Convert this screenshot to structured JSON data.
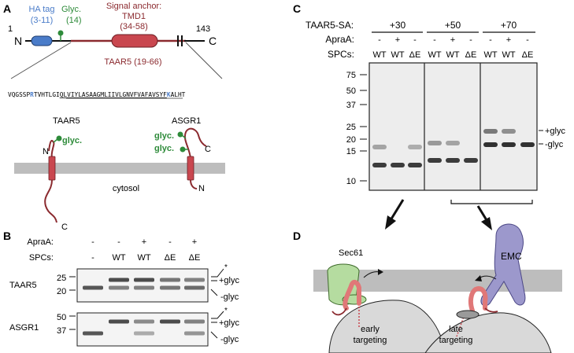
{
  "panels": {
    "A": {
      "label": "A",
      "n_residue": "1",
      "c_residue": "143",
      "n_term": "N",
      "c_term": "C",
      "ha_tag": {
        "name": "HA tag",
        "range": "(3-11)"
      },
      "glyc": {
        "name": "Glyc.",
        "pos": "(14)"
      },
      "signal_anchor": {
        "line1": "Signal anchor:",
        "line2": "TMD1",
        "range": "(34-58)"
      },
      "taar5_fragment": "TAAR5 (19-66)",
      "sequence": {
        "prefix": "VQGSSP",
        "k1": "R",
        "mid": "TVHTLGI",
        "tmd": "QLVIYLASAAGMLIIVLGNVFVAFAVSYF",
        "k2": "K",
        "suffix": "ALHT"
      },
      "topology": {
        "taar5_label": "TAAR5",
        "taar5_glyc": "glyc.",
        "asgr1_label": "ASGR1",
        "asgr1_glyc1": "glyc.",
        "asgr1_glyc2": "glyc.",
        "cytosol": "cytosol",
        "taar5_n": "N",
        "taar5_c": "C",
        "asgr1_n": "N",
        "asgr1_c": "C"
      }
    },
    "B": {
      "label": "B",
      "rows": [
        {
          "name": "ApraA:",
          "values": [
            "-",
            "-",
            "+",
            "-",
            "+"
          ]
        },
        {
          "name": "SPCs:",
          "values": [
            "-",
            "WT",
            "WT",
            "ΔE",
            "ΔE"
          ]
        }
      ],
      "blots": [
        {
          "name": "TAAR5",
          "markers": [
            "25",
            "20"
          ],
          "bands": [
            "*",
            "+glyc",
            "-glyc"
          ]
        },
        {
          "name": "ASGR1",
          "markers": [
            "50",
            "37"
          ],
          "bands": [
            "*",
            "+glyc",
            "-glyc"
          ]
        }
      ]
    },
    "C": {
      "label": "C",
      "construct": "TAAR5-SA:",
      "groups": [
        "+30",
        "+50",
        "+70"
      ],
      "apra_label": "ApraA:",
      "apra_values": [
        "-",
        "+",
        "-",
        "-",
        "+",
        "-",
        "-",
        "+",
        "-"
      ],
      "spc_label": "SPCs:",
      "spc_values": [
        "WT",
        "WT",
        "ΔE",
        "WT",
        "WT",
        "ΔE",
        "WT",
        "WT",
        "ΔE"
      ],
      "markers": [
        "75",
        "50",
        "37",
        "25",
        "20",
        "15",
        "10"
      ],
      "bands": [
        "+glyc",
        "-glyc"
      ]
    },
    "D": {
      "label": "D",
      "sec61": "Sec61",
      "emc": "EMC",
      "early_1": "early",
      "early_2": "targeting",
      "late_1": "late",
      "late_2": "targeting"
    }
  },
  "colors": {
    "ha_blue": "#4a7cc9",
    "glyc_green": "#2e8b3a",
    "anchor_red": "#8b2a2f",
    "tmd_fill": "#c9474f",
    "membrane": "#bdbdbd",
    "emc_purple": "#9c98cc",
    "sec61_green": "#b5dca0",
    "ribosome": "#d9d9d9"
  }
}
